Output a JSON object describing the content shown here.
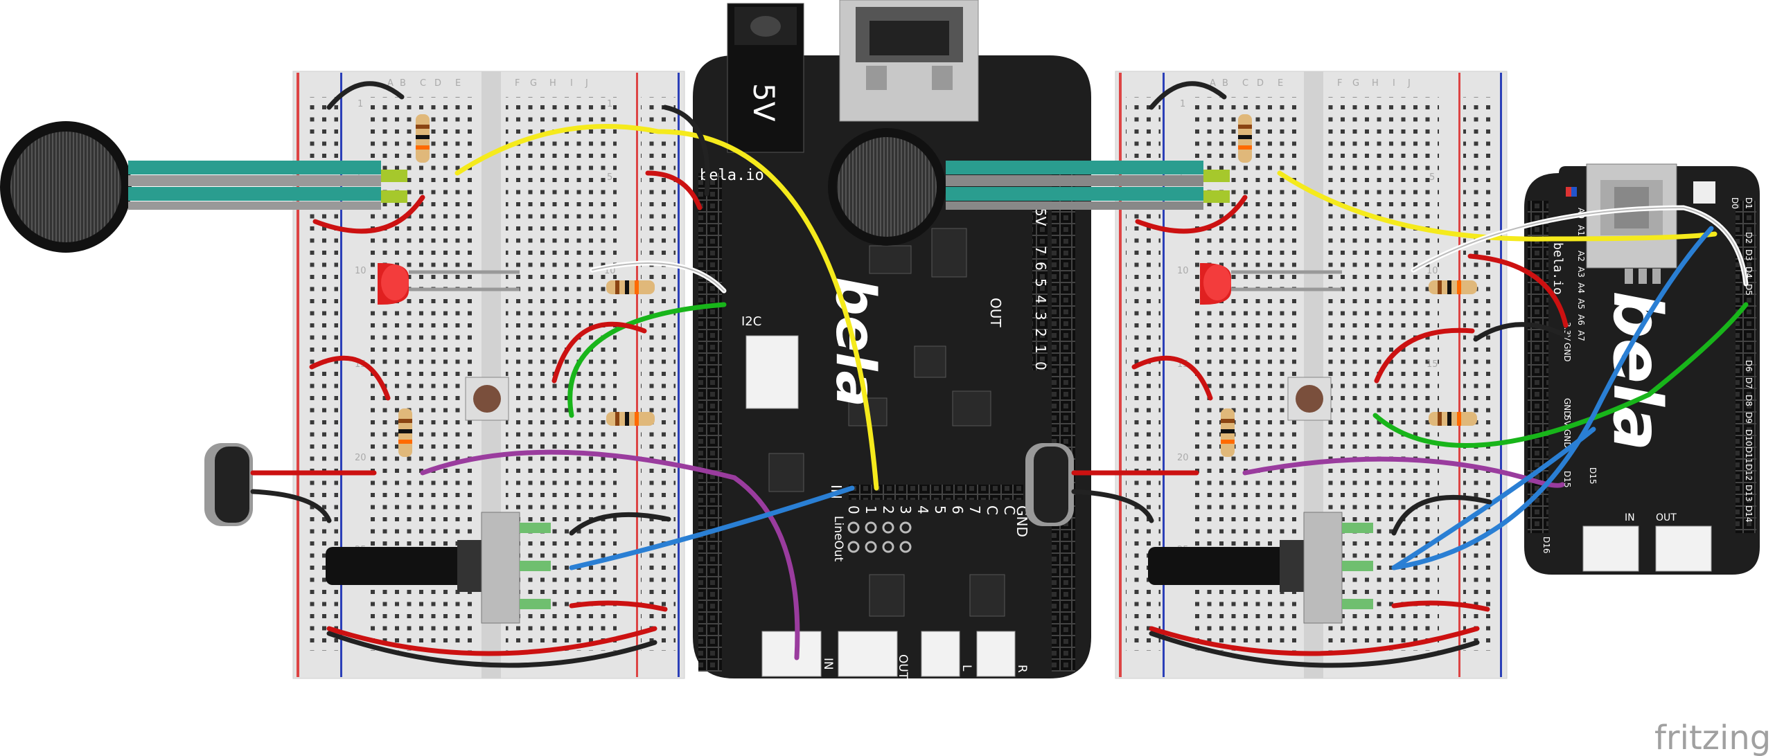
{
  "left_board": {
    "jack_label": "5V",
    "site_label": "bela.io",
    "logo": "bela",
    "i2c_label": "I2C",
    "out_label": "OUT",
    "in_label": "IN",
    "lineout_label": "LineOut",
    "gnd_label": "GND",
    "out_pins": [
      "5V",
      "7",
      "6",
      "5",
      "4",
      "3",
      "2",
      "1",
      "0"
    ],
    "in_pins": [
      "0",
      "1",
      "2",
      "3",
      "4",
      "5",
      "6",
      "7",
      "C",
      "C"
    ],
    "connector_labels": [
      "IN",
      "OUT",
      "L",
      "R"
    ]
  },
  "right_board": {
    "site_label": "bela.io",
    "logo": "bela",
    "in_label": "IN",
    "out_label": "OUT",
    "left_pins": [
      "A0",
      "A1",
      "A2",
      "A3",
      "A4",
      "A5",
      "A6",
      "A7",
      "3.3V",
      "GND"
    ],
    "mid_pins": [
      "GND",
      "5V",
      "GND",
      "D15"
    ],
    "right_pins": [
      "D0",
      "D1",
      "D2",
      "D3",
      "D4",
      "D5",
      "D6",
      "D7",
      "D8",
      "D9",
      "D10",
      "D11",
      "D12",
      "D13",
      "D14"
    ],
    "bottom_pins": [
      "D16",
      "D15"
    ]
  },
  "breadboard": {
    "column_letters": [
      "A",
      "B",
      "C",
      "D",
      "E",
      "F",
      "G",
      "H",
      "I",
      "J"
    ],
    "row_numbers": [
      "1",
      "5",
      "10",
      "15",
      "20",
      "25"
    ]
  },
  "watermark": "fritzing",
  "colors": {
    "wire_yellow": "#f5ea1c",
    "wire_red": "#cc1111",
    "wire_green": "#18b51a",
    "wire_blue": "#2a7fd4",
    "wire_purple": "#9a3c9e",
    "wire_white": "#ffffff",
    "wire_black": "#222222",
    "board": "#1e1e1e",
    "breadboard": "#e4e4e4",
    "sensor_strip": "#2a9d8f"
  }
}
